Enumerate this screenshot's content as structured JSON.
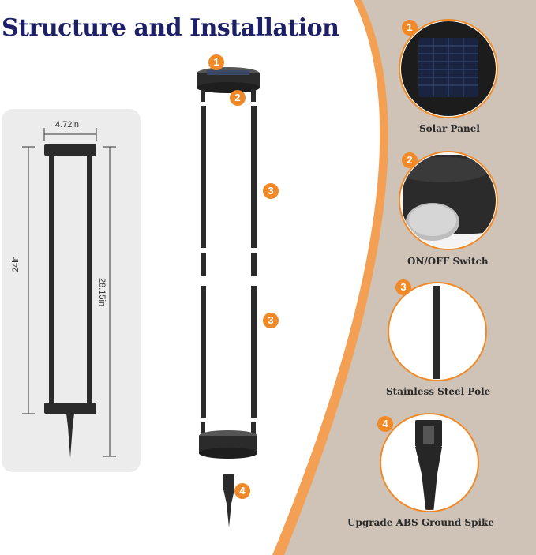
{
  "title": "Structure and Installation",
  "dimensions": {
    "width": "4.72in",
    "pole_height": "24in",
    "total_height": "28.15in"
  },
  "parts": [
    {
      "number": "1",
      "caption": "Solar Panel",
      "icon": "solar-panel-icon"
    },
    {
      "number": "2",
      "caption": "ON/OFF Switch",
      "icon": "switch-icon"
    },
    {
      "number": "3",
      "caption": "Stainless Steel Pole",
      "icon": "pole-icon"
    },
    {
      "number": "4",
      "caption": "Upgrade ABS Ground Spike",
      "icon": "ground-spike-icon"
    }
  ],
  "exploded_labels": [
    "1",
    "2",
    "3",
    "3",
    "4"
  ],
  "colors": {
    "title": "#1d2066",
    "accent_orange": "#f08a28",
    "panel_bg": "#cfc3b8",
    "left_card": "#ececec"
  }
}
